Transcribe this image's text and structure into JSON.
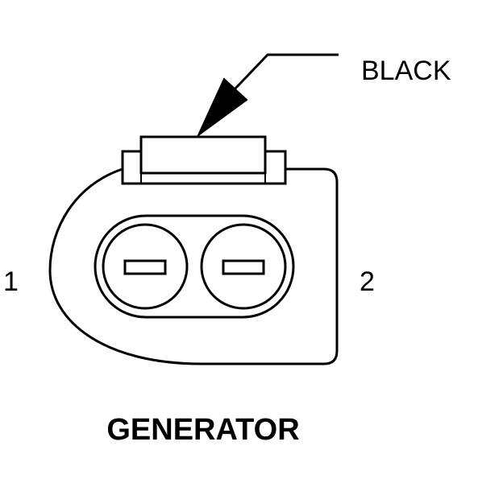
{
  "connector": {
    "wire_color_label": "BLACK",
    "pin_1_label": "1",
    "pin_2_label": "2",
    "component_name": "GENERATOR"
  },
  "colors": {
    "line": "#000000",
    "background": "#ffffff"
  }
}
